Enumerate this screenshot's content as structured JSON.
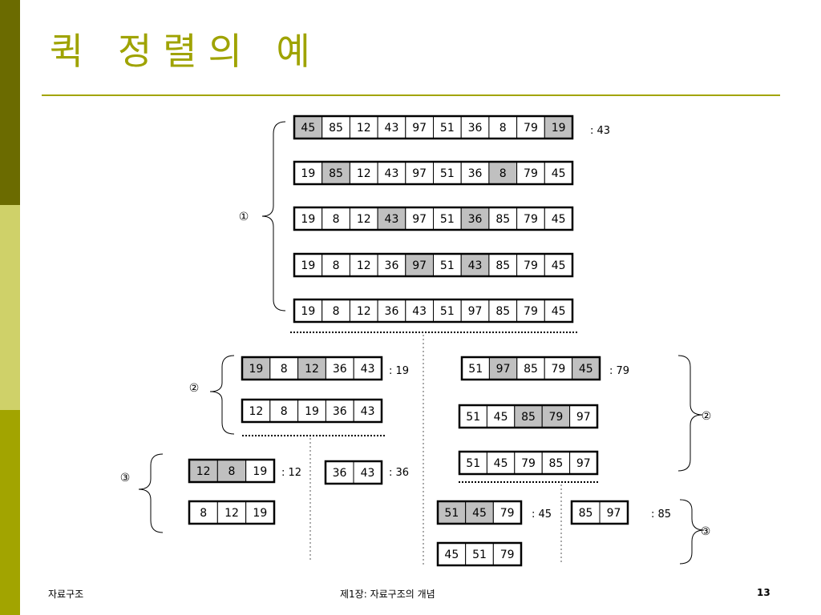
{
  "slide": {
    "title": "퀵 정렬의 예",
    "footer_left": "자료구조",
    "footer_center": "제1장: 자료구조의 개념",
    "page_number": "13",
    "accent_color": "#9fa300",
    "highlight_color": "#c0c0c0"
  },
  "arrays": [
    {
      "id": "r1",
      "values": [
        "45",
        "85",
        "12",
        "43",
        "97",
        "51",
        "36",
        "8",
        "79",
        "19"
      ],
      "shaded": [
        0,
        9
      ]
    },
    {
      "id": "r2",
      "values": [
        "19",
        "85",
        "12",
        "43",
        "97",
        "51",
        "36",
        "8",
        "79",
        "45"
      ],
      "shaded": [
        1,
        7
      ]
    },
    {
      "id": "r3",
      "values": [
        "19",
        "8",
        "12",
        "43",
        "97",
        "51",
        "36",
        "85",
        "79",
        "45"
      ],
      "shaded": [
        3,
        6
      ]
    },
    {
      "id": "r4",
      "values": [
        "19",
        "8",
        "12",
        "36",
        "97",
        "51",
        "43",
        "85",
        "79",
        "45"
      ],
      "shaded": [
        4,
        6
      ]
    },
    {
      "id": "r5",
      "values": [
        "19",
        "8",
        "12",
        "36",
        "43",
        "51",
        "97",
        "85",
        "79",
        "45"
      ],
      "shaded": []
    },
    {
      "id": "l1",
      "values": [
        "19",
        "8",
        "12",
        "36",
        "43"
      ],
      "shaded": [
        0,
        2
      ]
    },
    {
      "id": "l2",
      "values": [
        "12",
        "8",
        "19",
        "36",
        "43"
      ],
      "shaded": []
    },
    {
      "id": "ll1",
      "values": [
        "12",
        "8",
        "19"
      ],
      "shaded": [
        0,
        1
      ]
    },
    {
      "id": "ll2",
      "values": [
        "8",
        "12",
        "19"
      ],
      "shaded": []
    },
    {
      "id": "lr1",
      "values": [
        "36",
        "43"
      ],
      "shaded": []
    },
    {
      "id": "rr1",
      "values": [
        "51",
        "97",
        "85",
        "79",
        "45"
      ],
      "shaded": [
        1,
        4
      ]
    },
    {
      "id": "rr2",
      "values": [
        "51",
        "45",
        "85",
        "79",
        "97"
      ],
      "shaded": [
        2,
        3
      ]
    },
    {
      "id": "rr3",
      "values": [
        "51",
        "45",
        "79",
        "85",
        "97"
      ],
      "shaded": []
    },
    {
      "id": "rl1",
      "values": [
        "51",
        "45",
        "79"
      ],
      "shaded": [
        0,
        1
      ]
    },
    {
      "id": "rl2",
      "values": [
        "45",
        "51",
        "79"
      ],
      "shaded": []
    },
    {
      "id": "rrr1",
      "values": [
        "85",
        "97"
      ],
      "shaded": []
    }
  ],
  "pivot_labels": [
    ": 43",
    ": 19",
    ": 79",
    ": 12",
    ": 36",
    ": 45",
    ": 85"
  ],
  "step_labels": [
    "①",
    "②",
    "②",
    "③",
    "③"
  ]
}
